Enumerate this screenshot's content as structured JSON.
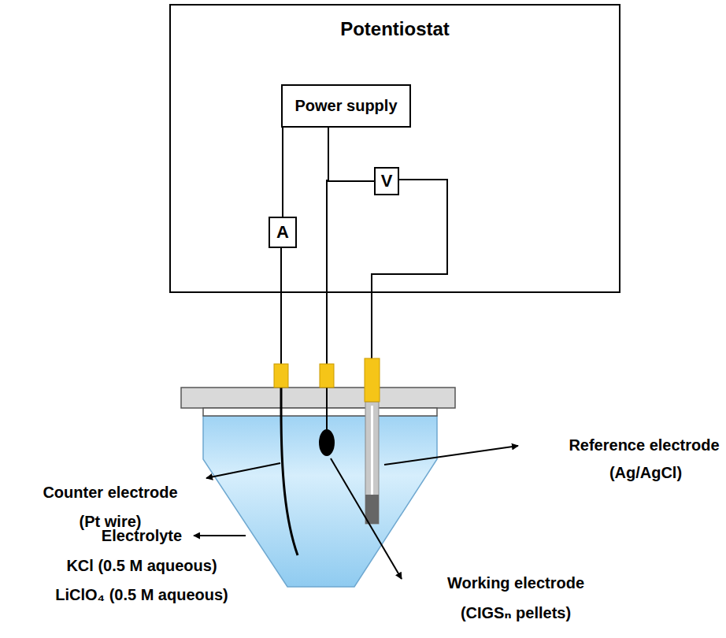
{
  "diagram": {
    "nodes": [
      {
        "text": [
          "Potentiostat"
        ]
      },
      {
        "text": [
          "Power supply"
        ],
        "in": 0
      },
      {
        "text": [
          "V"
        ],
        "in": 0
      },
      {
        "text": [
          "A"
        ],
        "in": 0
      }
    ],
    "edges": [
      {
        "from": 1,
        "to": 3,
        "arrow": "none"
      },
      {
        "from": 1,
        "to": 2,
        "arrow": "none"
      }
    ],
    "labels": [
      "Counter electrode",
      "(Pt wire)",
      "Reference electrode",
      "(Ag/AgCl)",
      "Electrolyte",
      "KCl (0.5 M aqueous)",
      "LiClO₄ (0.5 M aqueous)",
      "Working electrode",
      "(CIGSₙ pellets)"
    ]
  }
}
